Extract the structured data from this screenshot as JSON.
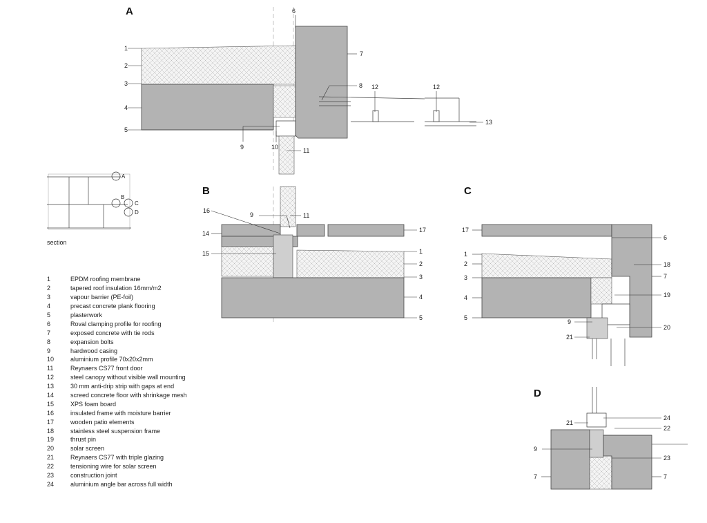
{
  "details": [
    {
      "id": "A",
      "title": "A"
    },
    {
      "id": "B",
      "title": "B"
    },
    {
      "id": "C",
      "title": "C"
    },
    {
      "id": "D",
      "title": "D"
    }
  ],
  "section": {
    "caption": "section",
    "markers": [
      "A",
      "B",
      "C",
      "D"
    ]
  },
  "callouts": {
    "A": [
      "1",
      "2",
      "3",
      "4",
      "5",
      "6",
      "7",
      "8",
      "9",
      "10",
      "11",
      "12",
      "12",
      "13"
    ],
    "B": [
      "16",
      "9",
      "11",
      "14",
      "17",
      "15",
      "1",
      "2",
      "3",
      "4",
      "5"
    ],
    "C": [
      "17",
      "6",
      "1",
      "2",
      "18",
      "3",
      "7",
      "4",
      "19",
      "5",
      "9",
      "20",
      "21"
    ],
    "D": [
      "24",
      "21",
      "22",
      "9",
      "23",
      "7",
      "7"
    ]
  },
  "legend": [
    {
      "num": "1",
      "text": "EPDM roofing membrane"
    },
    {
      "num": "2",
      "text": "tapered roof insulation 16mm/m2"
    },
    {
      "num": "3",
      "text": "vapour barrier (PE-foil)"
    },
    {
      "num": "4",
      "text": "precast concrete plank flooring"
    },
    {
      "num": "5",
      "text": "plasterwork"
    },
    {
      "num": "6",
      "text": "Roval clamping profile for roofing"
    },
    {
      "num": "7",
      "text": "exposed concrete with tie rods"
    },
    {
      "num": "8",
      "text": "expansion bolts"
    },
    {
      "num": "9",
      "text": "hardwood casing"
    },
    {
      "num": "10",
      "text": "aluminium profile 70x20x2mm"
    },
    {
      "num": "11",
      "text": "Reynaers CS77 front door"
    },
    {
      "num": "12",
      "text": "steel canopy without visible wall mounting"
    },
    {
      "num": "13",
      "text": "30 mm anti-drip strip with gaps at end"
    },
    {
      "num": "14",
      "text": "screed concrete floor with shrinkage mesh"
    },
    {
      "num": "15",
      "text": "XPS foam board"
    },
    {
      "num": "16",
      "text": "insulated frame with moisture barrier"
    },
    {
      "num": "17",
      "text": "wooden patio elements"
    },
    {
      "num": "18",
      "text": "stainless steel suspension frame"
    },
    {
      "num": "19",
      "text": "thrust pin"
    },
    {
      "num": "20",
      "text": "solar screen"
    },
    {
      "num": "21",
      "text": "Reynaers CS77 with triple glazing"
    },
    {
      "num": "22",
      "text": "tensioning wire for solar screen"
    },
    {
      "num": "23",
      "text": "construction joint"
    },
    {
      "num": "24",
      "text": "aluminium angle bar across full width"
    }
  ],
  "colors": {
    "concrete": "#b3b3b3",
    "line": "#333333",
    "background": "#ffffff"
  }
}
